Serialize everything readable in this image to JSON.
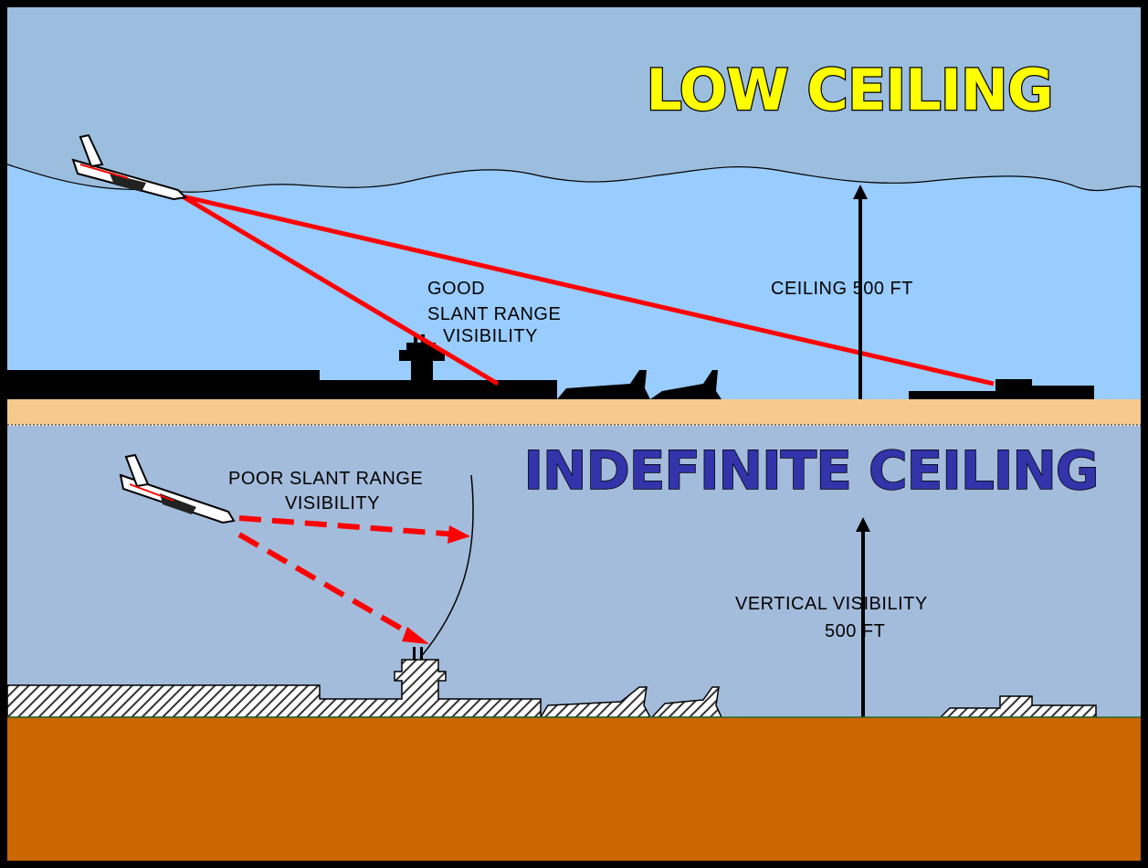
{
  "colors": {
    "border": "#000000",
    "sky_top": "#9cbede",
    "sky_low_cloud": "#99ccff",
    "sand": "#f7c98d",
    "sky_bottom": "#a4bcdc",
    "ground": "#cc6600",
    "sight_line": "#ff0000",
    "title_low": "#ffff00",
    "title_indefinite": "#3333aa",
    "silhouette": "#000000",
    "hatched": "#555555"
  },
  "top_panel": {
    "title": "LOW CEILING",
    "good_label": [
      "GOOD",
      "SLANT RANGE",
      "VISIBILITY"
    ],
    "ceiling_label": "CEILING 500 FT"
  },
  "bottom_panel": {
    "title": "INDEFINITE CEILING",
    "poor_label": [
      "POOR SLANT RANGE",
      "VISIBILITY"
    ],
    "vertical_label": [
      "VERTICAL VISIBILITY",
      "500 FT"
    ]
  }
}
